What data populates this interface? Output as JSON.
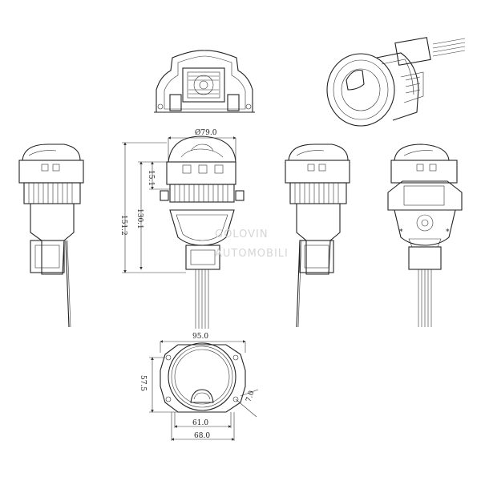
{
  "dimensions": {
    "lens_diameter": "Ø79.0",
    "total_height": "151.2",
    "body_height": "130.1",
    "top_offset": "15.1",
    "flange_width": "95.0",
    "flange_half_height": "57.5",
    "mount_hole": "7.0",
    "hole_spacing_inner": "61.0",
    "hole_spacing_outer": "68.0"
  },
  "watermark": {
    "line1": "GOLOVIN",
    "line2": "AUTOMOBILI"
  }
}
